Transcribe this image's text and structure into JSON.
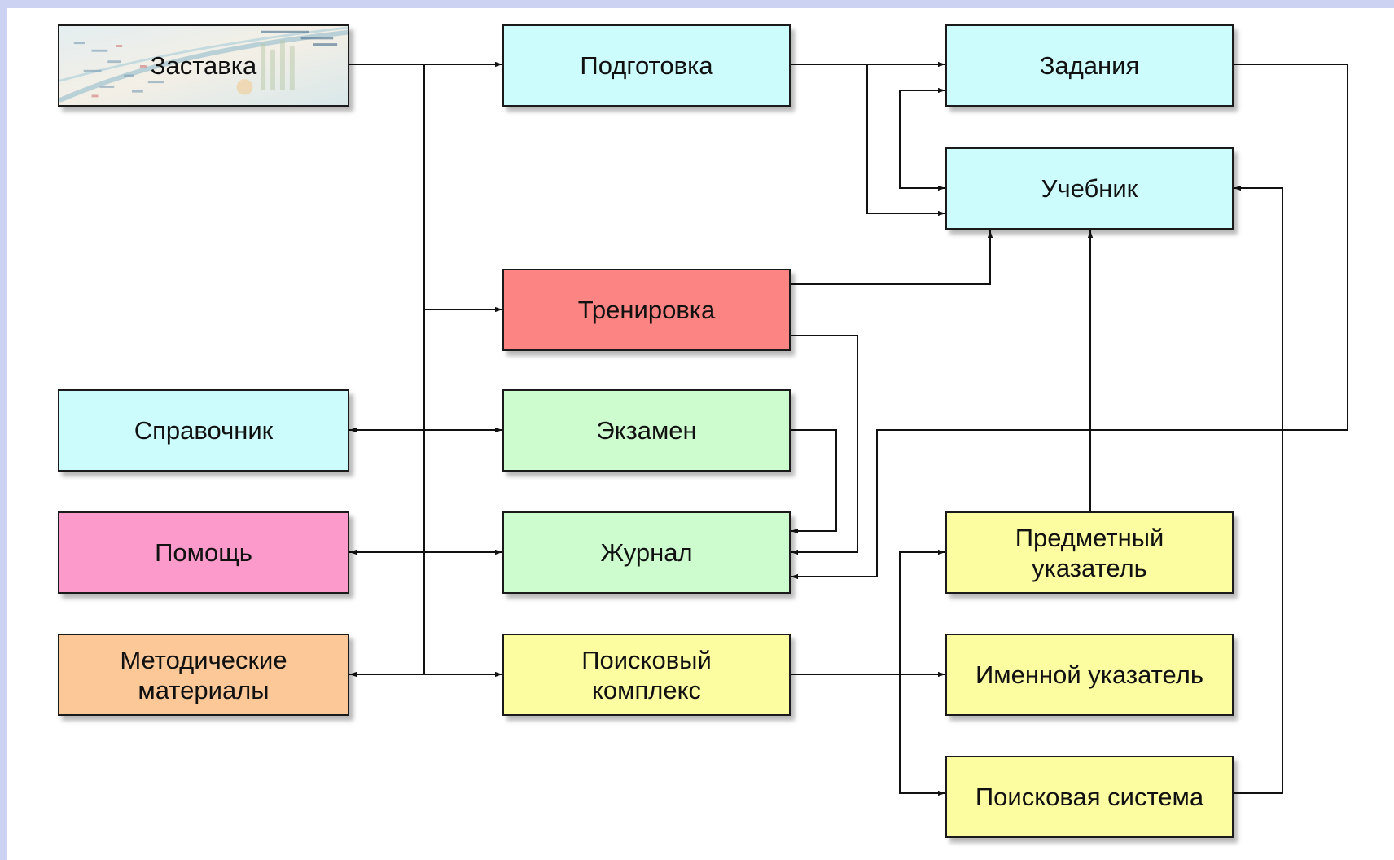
{
  "colors": {
    "page_border": "#ccd3f2",
    "background": "#ffffff",
    "line": "#111111",
    "cyan": "#ccfcfc",
    "red": "#fc8482",
    "green": "#cdfcce",
    "pink": "#fc9acc",
    "orange": "#fcc898",
    "yellow": "#fcfca0"
  },
  "nodes": {
    "zastavka": {
      "label": "Заставка",
      "icon": "splash-image"
    },
    "podgotovka": {
      "label": "Подготовка"
    },
    "zadaniya": {
      "label": "Задания"
    },
    "uchebnik": {
      "label": "Учебник"
    },
    "trenirovka": {
      "label": "Тренировка"
    },
    "spravochnik": {
      "label": "Справочник"
    },
    "ekzamen": {
      "label": "Экзамен"
    },
    "pomoshch": {
      "label": "Помощь"
    },
    "zhurnal": {
      "label": "Журнал"
    },
    "predmetny": {
      "label": "Предметный\nуказатель"
    },
    "metodicheskie": {
      "label": "Методические\nматериалы"
    },
    "poiskovy": {
      "label": "Поисковый\nкомплекс"
    },
    "imennoy": {
      "label": "Именной указатель"
    },
    "poiskovaya": {
      "label": "Поисковая система"
    }
  },
  "edges": [
    {
      "from": "zastavka",
      "to": "podgotovka"
    },
    {
      "from": "zastavka",
      "to": "trenirovka"
    },
    {
      "from": "zastavka",
      "to": "poiskovy"
    },
    {
      "from": "podgotovka",
      "to": "zadaniya"
    },
    {
      "from": "podgotovka",
      "to": "uchebnik"
    },
    {
      "from": "zadaniya",
      "to": "uchebnik",
      "bidirectional": true
    },
    {
      "from": "trenirovka",
      "to": "uchebnik"
    },
    {
      "from": "trenirovka",
      "to": "zhurnal"
    },
    {
      "from": "ekzamen",
      "to": "zhurnal"
    },
    {
      "from": "zadaniya",
      "to": "zhurnal"
    },
    {
      "from": "spravochnik",
      "to": "ekzamen",
      "bidirectional": true
    },
    {
      "from": "pomoshch",
      "to": "zhurnal",
      "bidirectional": true
    },
    {
      "from": "metodicheskie",
      "to": "poiskovy",
      "bidirectional": true
    },
    {
      "from": "poiskovy",
      "to": "predmetny"
    },
    {
      "from": "poiskovy",
      "to": "imennoy"
    },
    {
      "from": "poiskovy",
      "to": "poiskovaya"
    },
    {
      "from": "predmetny",
      "to": "uchebnik"
    },
    {
      "from": "poiskovaya",
      "to": "uchebnik"
    }
  ]
}
